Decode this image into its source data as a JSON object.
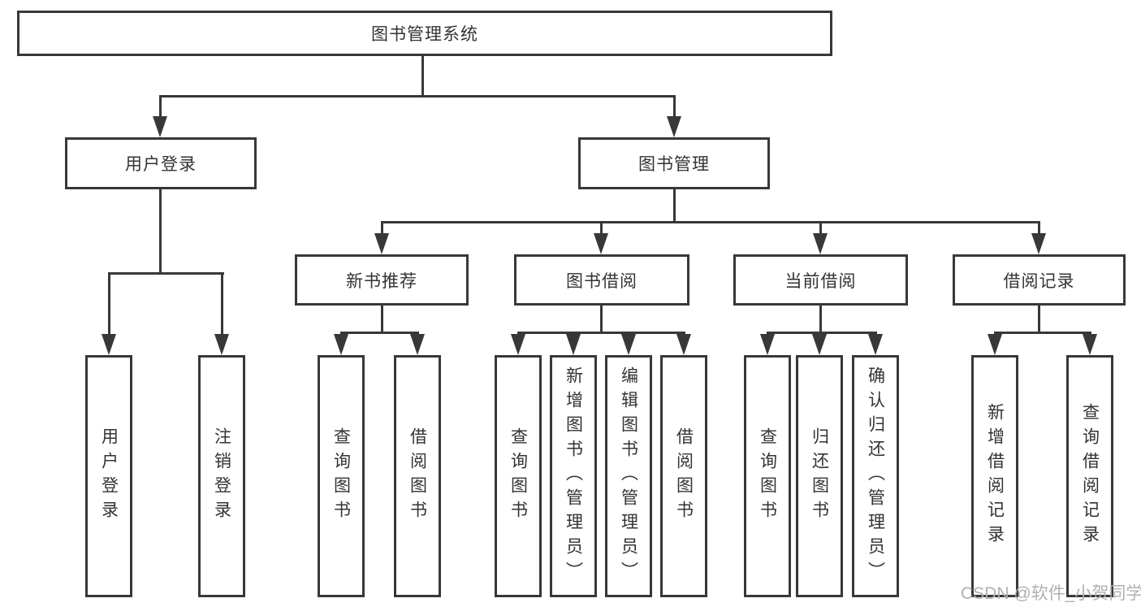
{
  "tree": {
    "root": {
      "label": "图书管理系统"
    },
    "user_login": {
      "label": "用户登录",
      "children": [
        "用户登录",
        "注销登录"
      ]
    },
    "book_mgmt": {
      "label": "图书管理"
    },
    "new_book": {
      "label": "新书推荐",
      "children": [
        "查询图书",
        "借阅图书"
      ]
    },
    "book_borrow": {
      "label": "图书借阅",
      "children": [
        "查询图书",
        "新增图书（管理员）",
        "编辑图书（管理员）",
        "借阅图书"
      ]
    },
    "current_borrow": {
      "label": "当前借阅",
      "children": [
        "查询图书",
        "归还图书",
        "确认归还（管理员）"
      ]
    },
    "borrow_record": {
      "label": "借阅记录",
      "children": [
        "新增借阅记录",
        "查询借阅记录"
      ]
    }
  },
  "watermark": "CSDN @软件_小贺同学",
  "colors": {
    "line": "#383838",
    "text": "#333333",
    "background": "#ffffff",
    "watermark": "#b0b0b0"
  }
}
